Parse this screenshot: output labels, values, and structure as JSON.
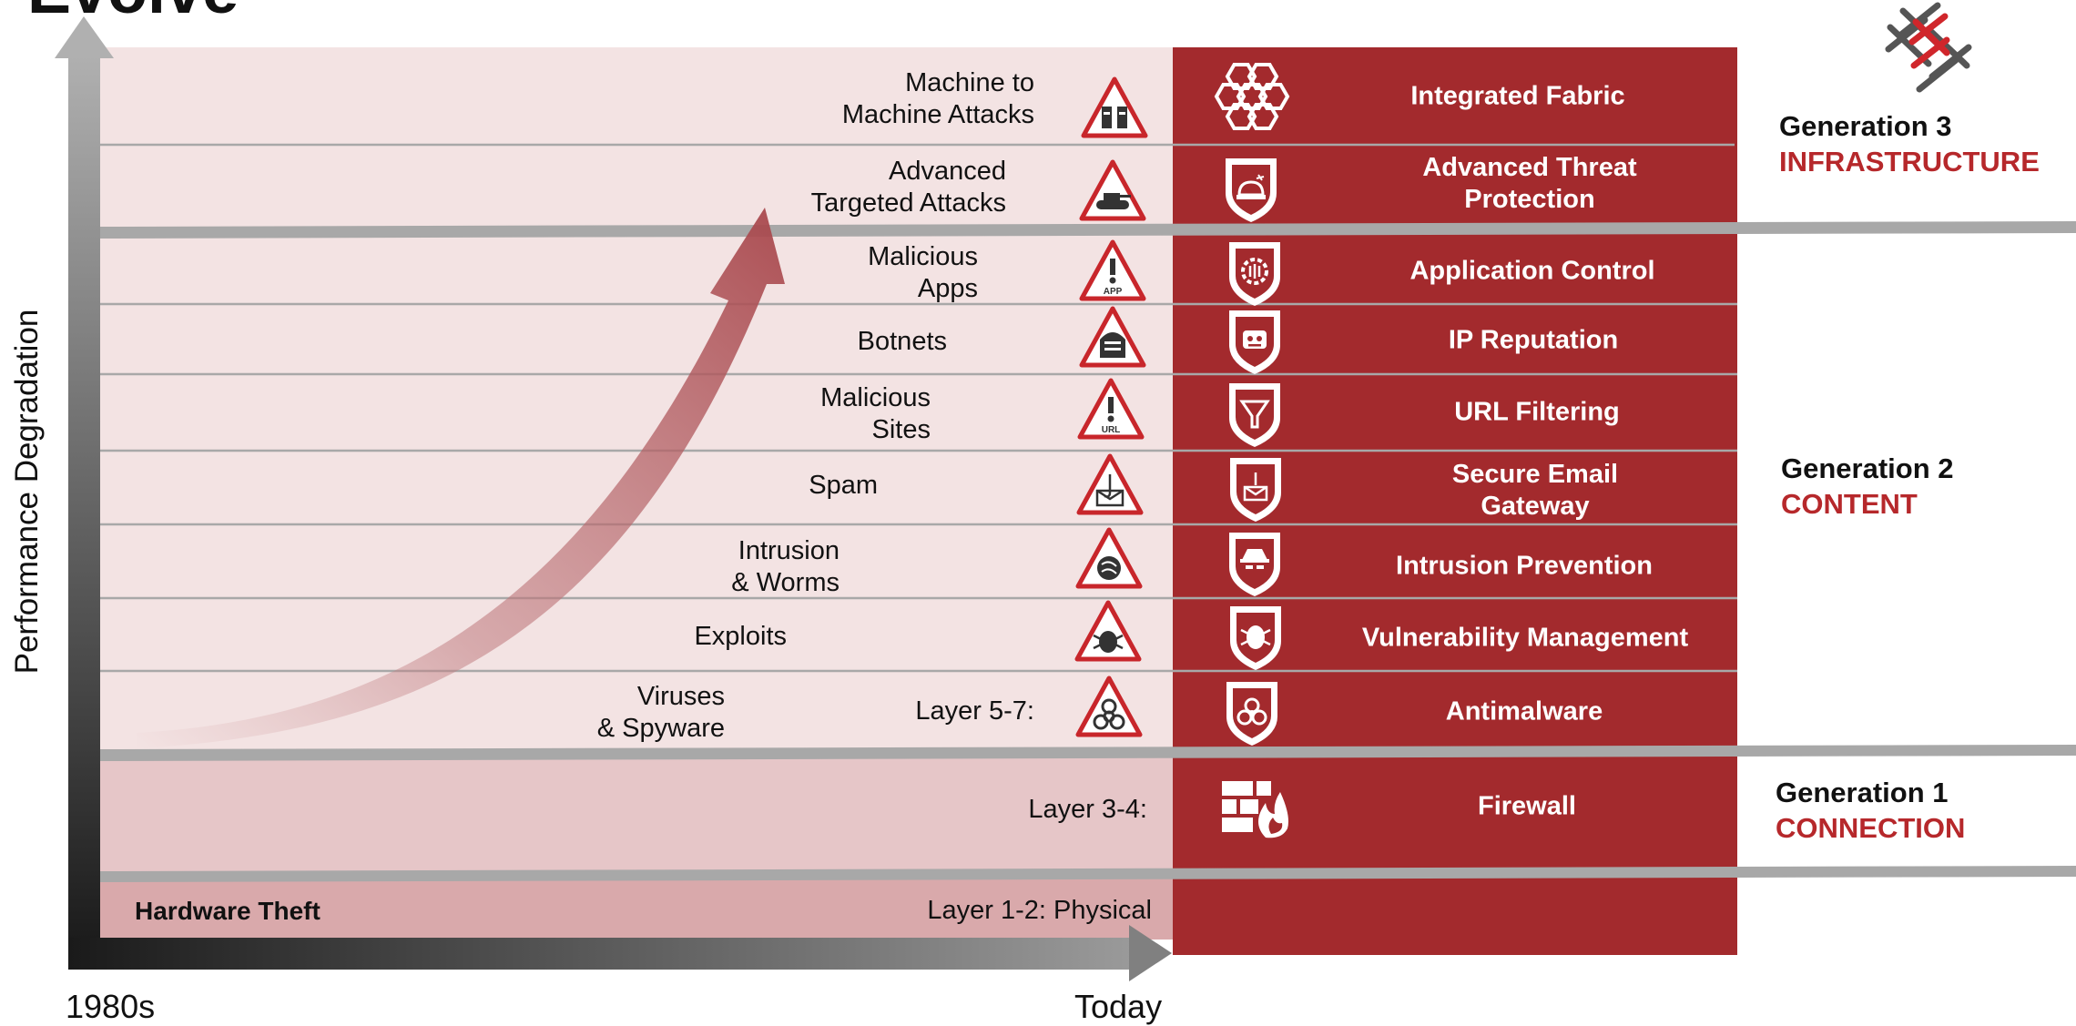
{
  "title": "Evolve",
  "axes": {
    "y_label": "Performance Degradation",
    "x_start": "1980s",
    "x_end": "Today"
  },
  "threats": [
    {
      "label": "Machine to\nMachine Attacks",
      "icon": "m2m-warning-icon"
    },
    {
      "label": "Advanced\nTargeted Attacks",
      "icon": "tank-warning-icon"
    },
    {
      "label": "Malicious\n        Apps",
      "icon": "app-warning-icon"
    },
    {
      "label": "Botnets",
      "icon": "robot-warning-icon"
    },
    {
      "label": "Malicious\n        Sites",
      "icon": "url-warning-icon"
    },
    {
      "label": "Spam",
      "icon": "spam-warning-icon"
    },
    {
      "label": "Intrusion\n& Worms",
      "icon": "worm-warning-icon"
    },
    {
      "label": "Exploits",
      "icon": "bug-warning-icon"
    },
    {
      "label": "Viruses\n& Spyware",
      "icon": "biohazard-warning-icon"
    }
  ],
  "layers": {
    "layer57": "Layer 5-7:",
    "layer34": "Layer 3-4:",
    "layer12": "Layer 1-2: Physical",
    "hardware": "Hardware Theft"
  },
  "solutions": [
    {
      "label": "Integrated Fabric",
      "icon": "hexagon-fabric-icon"
    },
    {
      "label": "Advanced Threat\nProtection",
      "icon": "shield-sandbox-icon"
    },
    {
      "label": "Application Control",
      "icon": "shield-gear-icon"
    },
    {
      "label": "IP Reputation",
      "icon": "shield-robot-icon"
    },
    {
      "label": "URL Filtering",
      "icon": "shield-filter-icon"
    },
    {
      "label": "Secure Email\nGateway",
      "icon": "shield-email-icon"
    },
    {
      "label": "Intrusion Prevention",
      "icon": "shield-spy-icon"
    },
    {
      "label": "Vulnerability Management",
      "icon": "shield-bug-icon"
    },
    {
      "label": "Antimalware",
      "icon": "shield-biohazard-icon"
    },
    {
      "label": "Firewall",
      "icon": "firewall-flame-icon"
    }
  ],
  "generations": [
    {
      "name": "Generation 3",
      "category": "INFRASTRUCTURE"
    },
    {
      "name": "Generation 2",
      "category": "CONTENT"
    },
    {
      "name": "Generation 1",
      "category": "CONNECTION"
    }
  ],
  "logo": "fortinet-logo",
  "colors": {
    "solution_red": "#a32a2d",
    "accent_red": "#b6282b",
    "threat_band": "#f3e3e3",
    "connection_band": "#e6c6c8",
    "physical_band": "#d9a9ab",
    "divider_gray": "#a8a8a8"
  }
}
